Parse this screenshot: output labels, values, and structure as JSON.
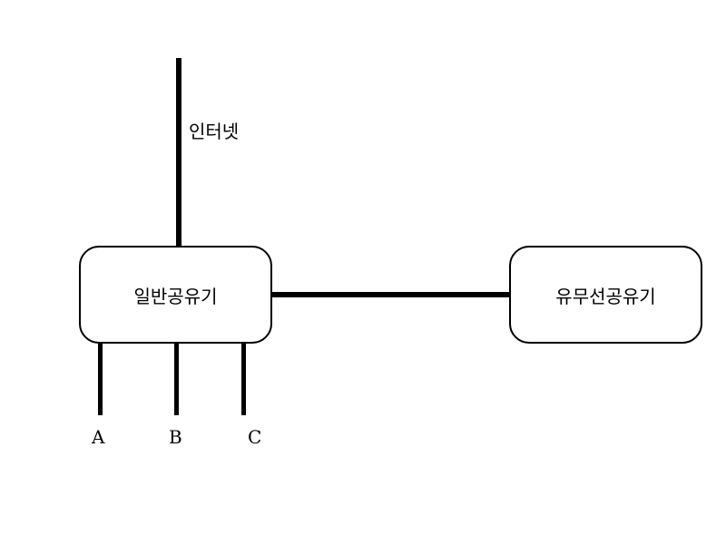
{
  "internet_label": "인터넷",
  "router": {
    "label": "일반공유기"
  },
  "wireless_router": {
    "label": "유무선공유기"
  },
  "ports": [
    "A",
    "B",
    "C"
  ],
  "colors": {
    "line": "#000000",
    "background": "#ffffff"
  }
}
